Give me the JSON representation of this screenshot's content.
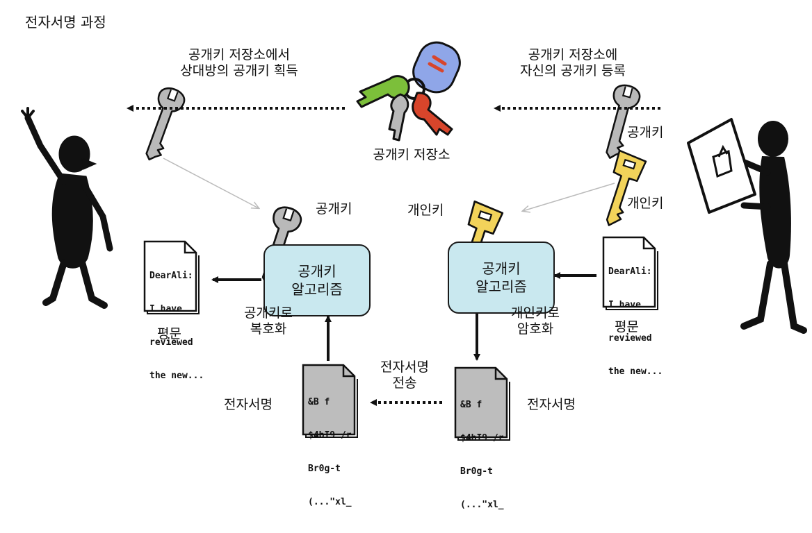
{
  "title": "전자서명 과정",
  "labels": {
    "get_other_pubkey_line1": "공개키 저장소에서",
    "get_other_pubkey_line2": "상대방의 공개키 획득",
    "register_pubkey_line1": "공개키 저장소에",
    "register_pubkey_line2": "자신의 공개키 등록",
    "pubkey_store": "공개키 저장소",
    "public_key_right": "공개키",
    "private_key_right": "개인키",
    "public_key_center": "공개키",
    "private_key_center": "개인키",
    "decrypt_line1": "공개키로",
    "decrypt_line2": "복호화",
    "encrypt_line1": "개인키로",
    "encrypt_line2": "암호화",
    "plaintext_left": "평문",
    "plaintext_right": "평문",
    "signature_left": "전자서명",
    "signature_right": "전자서명",
    "send_line1": "전자서명",
    "send_line2": "전송"
  },
  "boxes": {
    "left_line1": "공개키",
    "left_line2": "알고리즘",
    "right_line1": "공개키",
    "right_line2": "알고리즘"
  },
  "documents": {
    "plain_left": [
      "DearAli:",
      "I have",
      "reviewed",
      "the new..."
    ],
    "plain_right": [
      "DearAli:",
      "I have",
      "reviewed",
      "the new..."
    ],
    "sig_left": [
      "&B f",
      "$4bI9 /r",
      "Br0g-t",
      "(...\"xl_"
    ],
    "sig_right": [
      "&B f",
      "$4bI9 /r",
      "Br0g-t",
      "(...\"xl_"
    ]
  },
  "colors": {
    "box_fill": "#c9e8ef",
    "silver_key": "#b9b9b9",
    "gold_key": "#f2d35a",
    "fob_blue": "#8fa6e8",
    "green_key": "#7cbf3a",
    "red_key": "#d8452b",
    "sig_doc": "#bdbdbd",
    "guide_line": "#bbbbbb"
  },
  "icons": [
    "waving-person-icon",
    "person-holding-paper-icon",
    "silver-key-icon",
    "gold-key-icon",
    "keyring-icon",
    "document-icon",
    "signature-document-icon"
  ]
}
